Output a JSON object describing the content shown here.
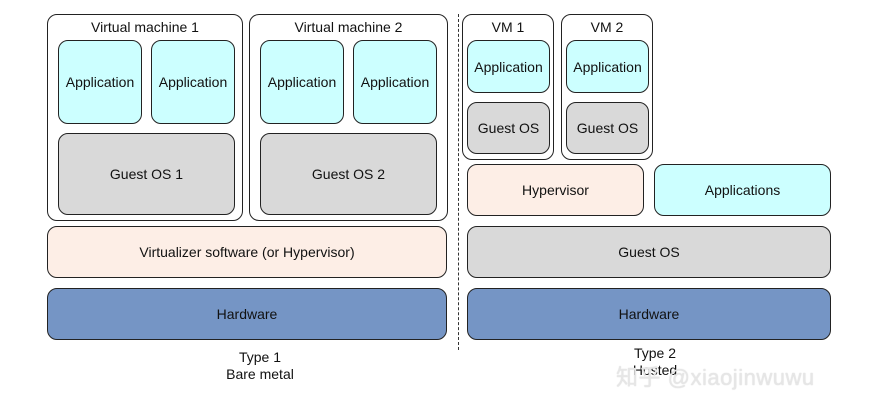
{
  "type1": {
    "vm1": {
      "title": "Virtual machine 1",
      "app1": "Application",
      "app2": "Application",
      "guest_os": "Guest OS 1"
    },
    "vm2": {
      "title": "Virtual machine 2",
      "app1": "Application",
      "app2": "Application",
      "guest_os": "Guest OS 2"
    },
    "hypervisor": "Virtualizer software (or Hypervisor)",
    "hardware": "Hardware",
    "caption_line1": "Type 1",
    "caption_line2": "Bare metal"
  },
  "type2": {
    "vm1": {
      "title": "VM 1",
      "app": "Application",
      "guest_os": "Guest OS"
    },
    "vm2": {
      "title": "VM 2",
      "app": "Application",
      "guest_os": "Guest OS"
    },
    "hypervisor": "Hypervisor",
    "applications": "Applications",
    "guest_os": "Guest OS",
    "hardware": "Hardware",
    "caption_line1": "Type 2",
    "caption_line2": "Hosted"
  },
  "watermark": "知乎 @xiaojinwuwu",
  "colors": {
    "application": "#ccffff",
    "guest_os": "#d9d9d9",
    "hypervisor": "#fdeee6",
    "hardware": "#7595c5"
  }
}
